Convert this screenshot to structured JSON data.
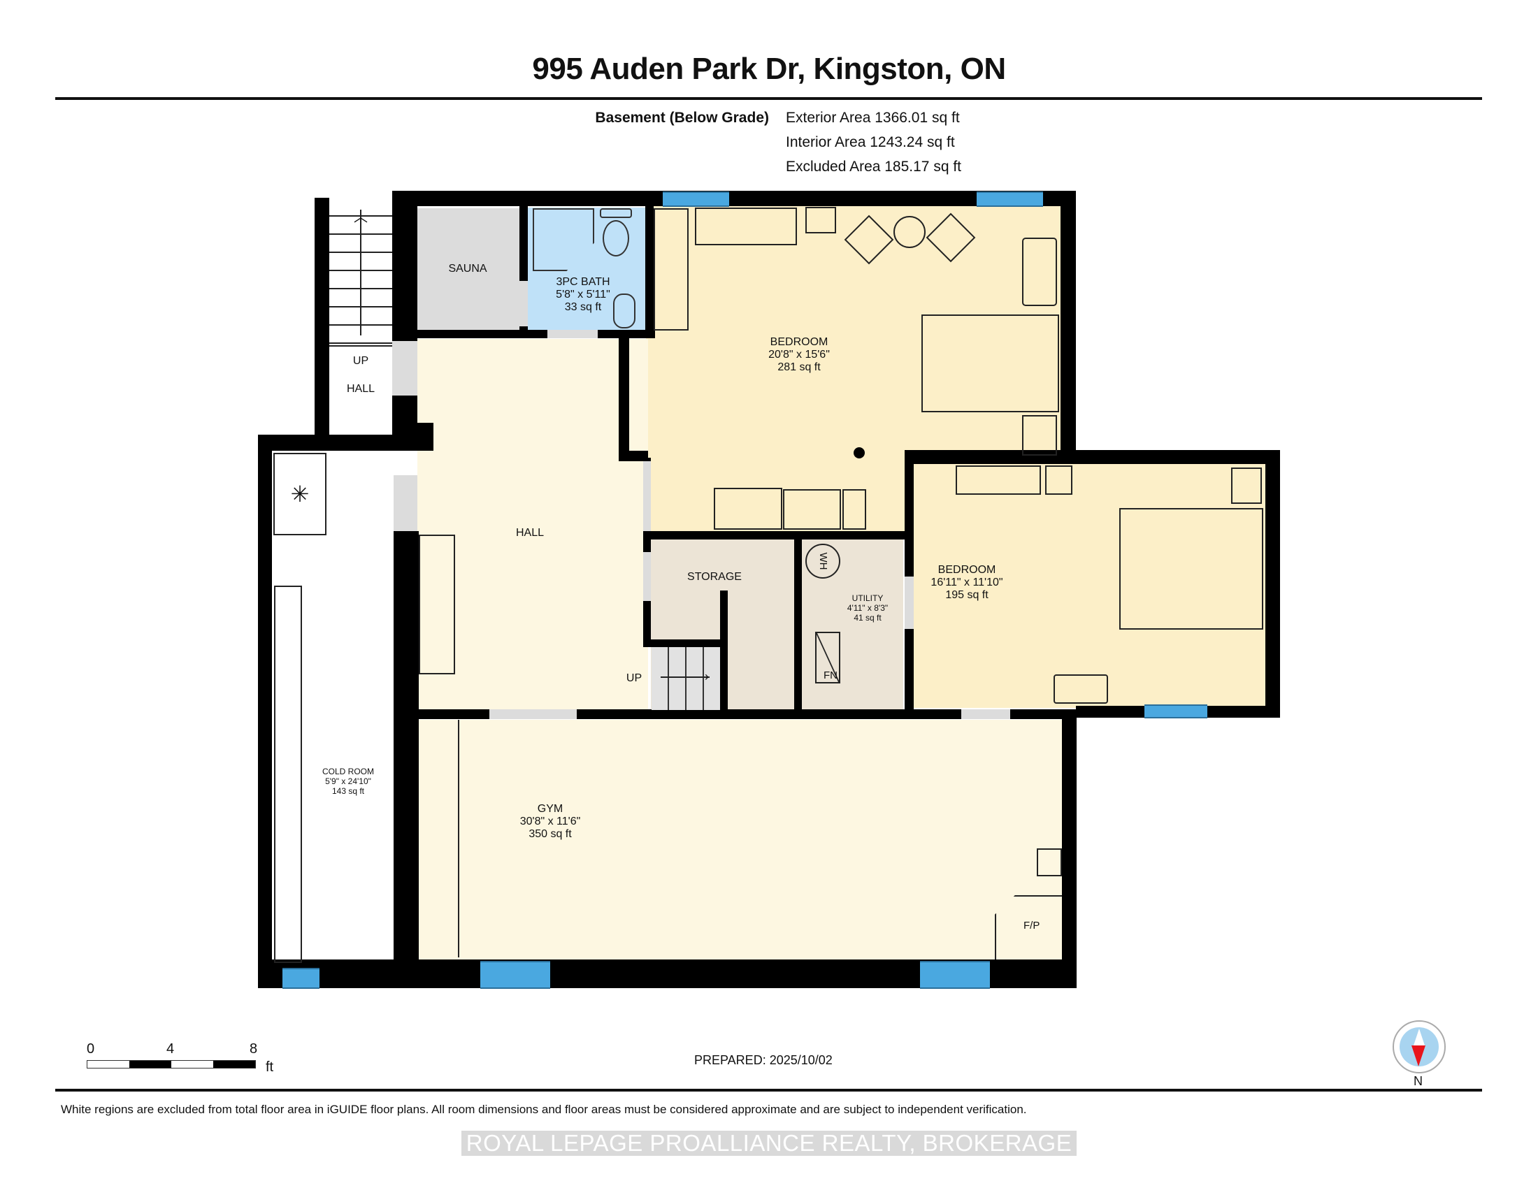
{
  "header": {
    "title": "995 Auden Park Dr, Kingston, ON"
  },
  "floor_summary": {
    "level": "Basement (Below Grade)",
    "exterior_area": "Exterior Area 1366.01 sq ft",
    "interior_area": "Interior Area 1243.24 sq ft",
    "excluded_area": "Excluded Area 185.17 sq ft"
  },
  "rooms": {
    "sauna": {
      "name": "SAUNA"
    },
    "bath": {
      "name": "3PC BATH",
      "dims": "5'8\" x 5'11\"",
      "area": "33 sq ft"
    },
    "bedroom1": {
      "name": "BEDROOM",
      "dims": "20'8\" x 15'6\"",
      "area": "281 sq ft"
    },
    "bedroom2": {
      "name": "BEDROOM",
      "dims": "16'11\" x 11'10\"",
      "area": "195 sq ft"
    },
    "hall_main": {
      "name": "HALL"
    },
    "hall_stair": {
      "up": "UP",
      "name": "HALL"
    },
    "storage": {
      "name": "STORAGE",
      "up": "UP"
    },
    "utility": {
      "name": "UTILITY",
      "dims": "4'11\" x 8'3\"",
      "area": "41 sq ft",
      "water_heater": "WH",
      "furnace": "FN"
    },
    "cold_room": {
      "name": "COLD ROOM",
      "dims": "5'9\" x 24'10\"",
      "area": "143 sq ft"
    },
    "gym": {
      "name": "GYM",
      "dims": "30'8\" x 11'6\"",
      "area": "350 sq ft",
      "fireplace": "F/P"
    }
  },
  "scale_bar": {
    "ticks": [
      "0",
      "4",
      "8"
    ],
    "unit": "ft"
  },
  "prepared": "PREPARED: 2025/10/02",
  "compass": {
    "label": "N"
  },
  "footer": {
    "disclaimer": "White regions are excluded from total floor area in iGUIDE floor plans. All room dimensions and floor areas must be considered approximate and are subject to independent verification.",
    "brokerage": "ROYAL LEPAGE PROALLIANCE REALTY, BROKERAGE"
  },
  "colors": {
    "wall": "#000000",
    "living": "#fdf7e1",
    "bedroom": "#fcefc8",
    "bath": "#bfe1f8",
    "sauna": "#dcdcdc",
    "utility": "#ece4d6",
    "excluded": "#ffffff",
    "window": "#4aa8e0",
    "compass_ring": "#a8d4f0",
    "compass_needle": "#e8141b"
  }
}
